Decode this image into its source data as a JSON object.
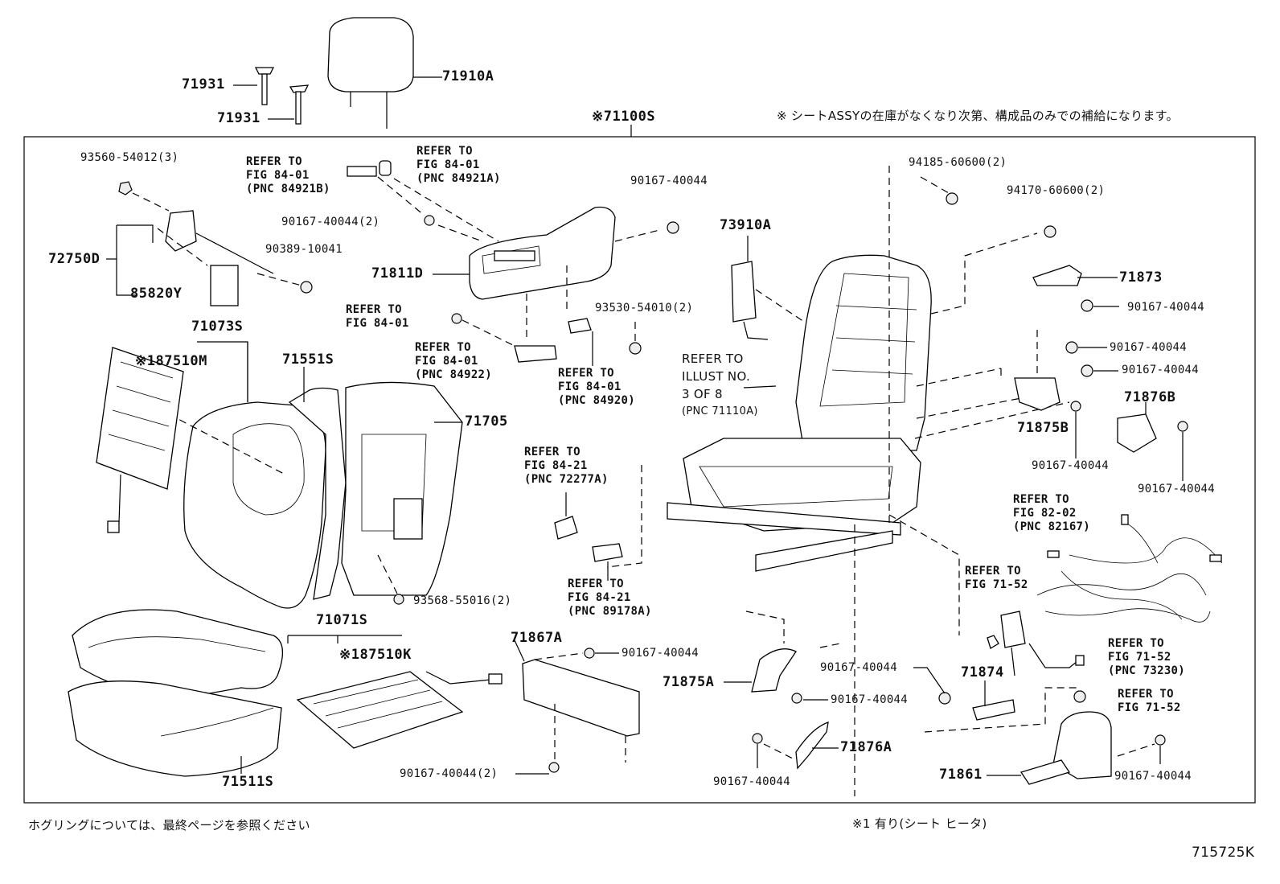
{
  "header": {
    "note_top": "※ シートASSYの在庫がなくなり次第、構成品のみでの補給になります。",
    "assy_label": "※71100S"
  },
  "footer": {
    "note_left": "ホグリングについては、最終ページを参照ください",
    "note_right": "※1  有り(シート ヒータ)",
    "figure_id": "715725K"
  },
  "parts": {
    "p71931a": "71931",
    "p71931b": "71931",
    "p71910A": "71910A",
    "p93560": "93560-54012(3)",
    "p72750D": "72750D",
    "p85820Y": "85820Y",
    "p90389": "90389-10041",
    "p90167_2a": "90167-40044(2)",
    "p71811D": "71811D",
    "p90167_top": "90167-40044",
    "p73910A": "73910A",
    "p94185": "94185-60600(2)",
    "p94170": "94170-60600(2)",
    "p71873": "71873",
    "p90167_r1": "90167-40044",
    "p90167_r2": "90167-40044",
    "p90167_r3": "90167-40044",
    "p71876B": "71876B",
    "p71875B": "71875B",
    "p90167_r4": "90167-40044",
    "p90167_r5": "90167-40044",
    "p93530": "93530-54010(2)",
    "p71073S": "71073S",
    "p187510M": "※187510M",
    "p71551S": "71551S",
    "p71705": "71705",
    "p93568": "93568-55016(2)",
    "p71071S": "71071S",
    "p187510K": "※187510K",
    "p71511S": "71511S",
    "p71867A": "71867A",
    "p90167_m1": "90167-40044",
    "p90167_2b": "90167-40044(2)",
    "p71875A": "71875A",
    "p90167_m2": "90167-40044",
    "p90167_m3": "90167-40044",
    "p90167_m4": "90167-40044",
    "p71876A": "71876A",
    "p71874": "71874",
    "p71861": "71861",
    "p90167_m5": "90167-40044"
  },
  "refs": {
    "r84921B": [
      "REFER TO",
      "FIG 84-01",
      "(PNC 84921B)"
    ],
    "r84921A": [
      "REFER TO",
      "FIG 84-01",
      "(PNC 84921A)"
    ],
    "r8401": [
      "REFER TO",
      "FIG 84-01"
    ],
    "r84922": [
      "REFER TO",
      "FIG 84-01",
      "(PNC 84922)"
    ],
    "r84920": [
      "REFER TO",
      "FIG 84-01",
      "(PNC 84920)"
    ],
    "r71110A": [
      "REFER TO",
      "ILLUST NO.",
      "3 OF 8",
      "(PNC 71110A)"
    ],
    "r72277A": [
      "REFER TO",
      "FIG 84-21",
      "(PNC 72277A)"
    ],
    "r89178A": [
      "REFER TO",
      "FIG 84-21",
      "(PNC 89178A)"
    ],
    "r82167": [
      "REFER TO",
      "FIG 82-02",
      "(PNC 82167)"
    ],
    "r7152a": [
      "REFER TO",
      "FIG 71-52"
    ],
    "r73230": [
      "REFER TO",
      "FIG 71-52",
      "(PNC 73230)"
    ],
    "r7152b": [
      "REFER TO",
      "FIG 71-52"
    ]
  }
}
